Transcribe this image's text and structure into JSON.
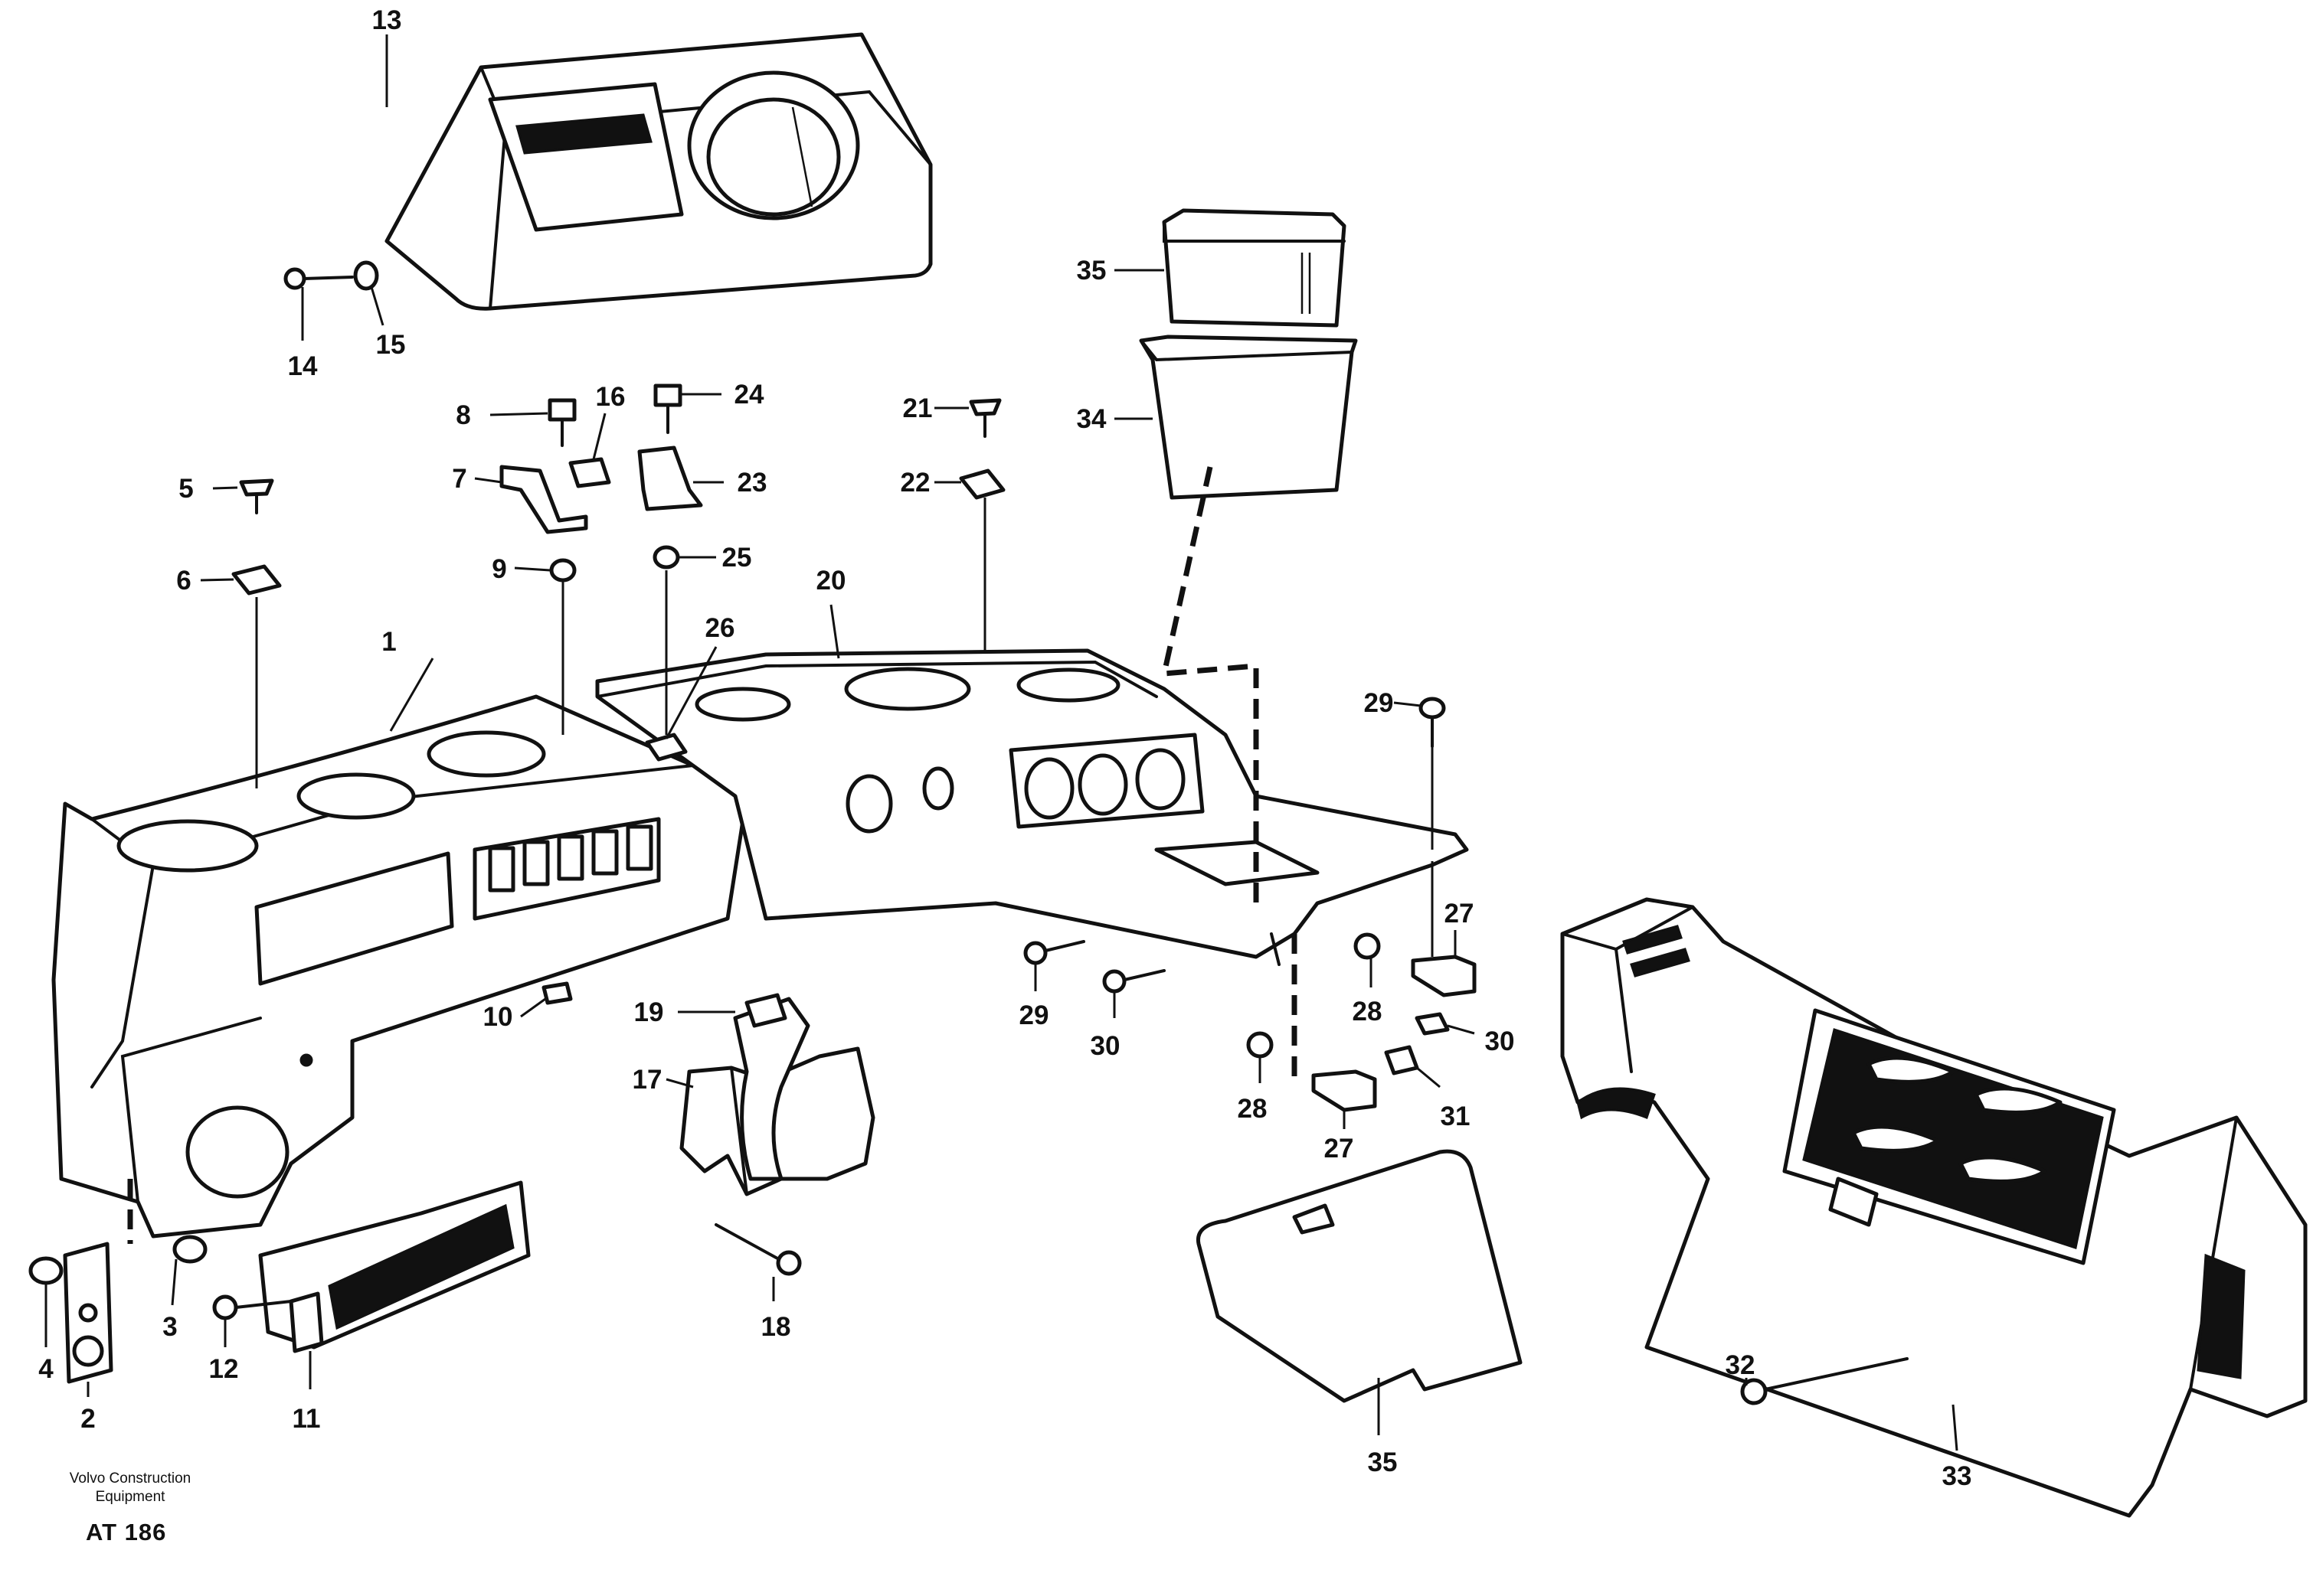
{
  "callouts": [
    "1",
    "2",
    "3",
    "4",
    "5",
    "6",
    "7",
    "8",
    "9",
    "10",
    "11",
    "12",
    "13",
    "14",
    "15",
    "16",
    "17",
    "18",
    "19",
    "20",
    "21",
    "22",
    "23",
    "24",
    "25",
    "26",
    "27",
    "27",
    "28",
    "28",
    "29",
    "29",
    "29",
    "30",
    "30",
    "31",
    "32",
    "33",
    "34",
    "35"
  ],
  "footer": {
    "credit_line1": "Volvo Construction",
    "credit_line2": "Equipment",
    "code": "AT 186"
  }
}
